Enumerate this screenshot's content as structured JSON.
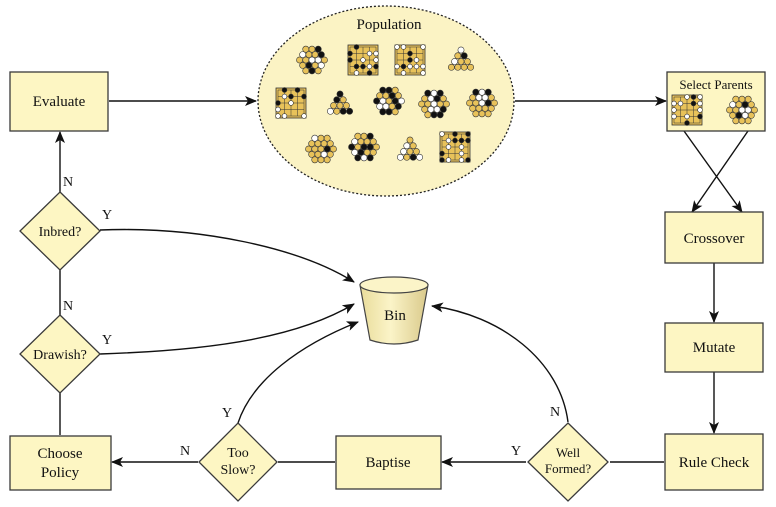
{
  "colors": {
    "box_fill": "#fdf6c3",
    "box_stroke": "#3a3a3a",
    "population_fill": "#fbf3c4",
    "bin_fill": "#f4ecb4",
    "line": "#111111",
    "board_wood": "#e8c25a",
    "stone_black": "#111111",
    "stone_white": "#ffffff"
  },
  "population": {
    "title": "Population"
  },
  "nodes": {
    "evaluate": "Evaluate",
    "select_parents": "Select Parents",
    "crossover": "Crossover",
    "mutate": "Mutate",
    "rule_check": "Rule Check",
    "baptise": "Baptise",
    "choose_policy_line1": "Choose",
    "choose_policy_line2": "Policy",
    "bin": "Bin"
  },
  "decisions": {
    "inbred": "Inbred?",
    "drawish": "Drawish?",
    "too_slow_line1": "Too",
    "too_slow_line2": "Slow?",
    "well_formed_line1": "Well",
    "well_formed_line2": "Formed?"
  },
  "edge_labels": {
    "inbred_no": "N",
    "inbred_yes": "Y",
    "drawish_no": "N",
    "drawish_yes": "Y",
    "too_slow_no": "N",
    "too_slow_yes": "Y",
    "well_formed_no": "N",
    "well_formed_yes": "Y"
  },
  "board_icons": [
    "hex-board-icon",
    "square-board-icon",
    "square-board-icon",
    "triangle-board-icon",
    "square-board-icon",
    "triangle-board-icon",
    "hex-board-icon",
    "hex-board-icon",
    "hex-board-icon",
    "hex-board-icon",
    "hex-board-icon",
    "triangle-board-icon",
    "square-board-icon",
    "square-board-icon",
    "hex-board-icon"
  ]
}
